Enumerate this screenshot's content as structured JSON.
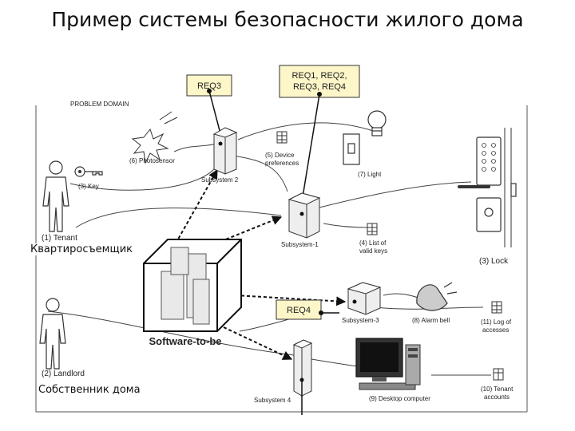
{
  "title": "Пример системы безопасности жилого дома",
  "problem_domain": "PROBLEM DOMAIN",
  "requirements": {
    "req3_top": "REQ3",
    "req_multi_line1": "REQ1, REQ2,",
    "req_multi_line2": "REQ3, REQ4",
    "req4": "REQ4"
  },
  "labels": {
    "photosensor": "(6) Photosensor",
    "key": "(3) Key",
    "tenant": "(1) Tenant",
    "tenant_ru": "Квартиросъемщик",
    "landlord": "(2) Landlord",
    "landlord_ru": "Собственник дома",
    "subsystem2": "Subsystem 2",
    "subsystem1": "Subsystem-1",
    "subsystem3": "Subsystem-3",
    "subsystem4": "Subsystem 4",
    "device_prefs_1": "(5) Device",
    "device_prefs_2": "preferences",
    "light": "(7) Light",
    "valid_keys_1": "(4) List of",
    "valid_keys_2": "valid keys",
    "lock": "(3) Lock",
    "alarm_bell": "(8) Alarm bell",
    "log_1": "(11) Log of",
    "log_2": "accesses",
    "software": "Software-to-be",
    "desktop": "(9) Desktop computer",
    "tenant_accounts_1": "(10) Tenant",
    "tenant_accounts_2": "accounts"
  }
}
